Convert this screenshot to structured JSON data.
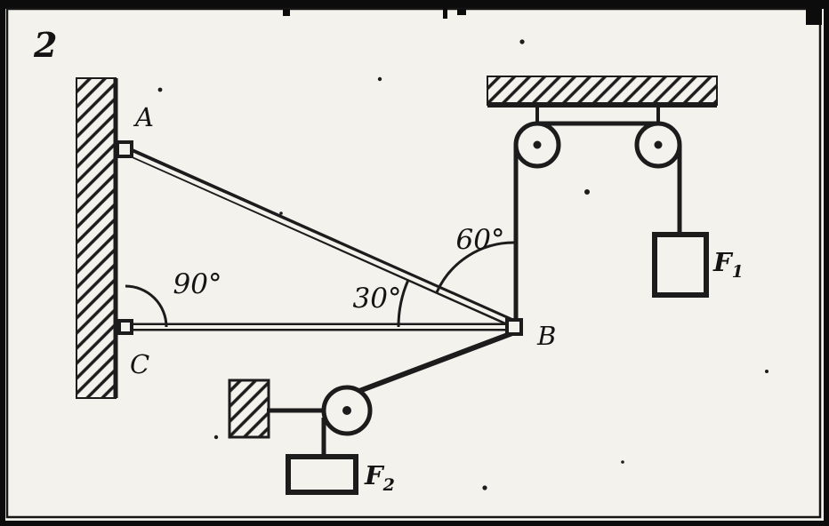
{
  "figure_number": "2",
  "points": {
    "a": "A",
    "b": "B",
    "c": "C"
  },
  "angles": {
    "at_c": "90°",
    "at_b_rod": "30°",
    "at_b_rope": "60°"
  },
  "forces": {
    "f1": {
      "base": "F",
      "sub": "1"
    },
    "f2": {
      "base": "F",
      "sub": "2"
    }
  }
}
